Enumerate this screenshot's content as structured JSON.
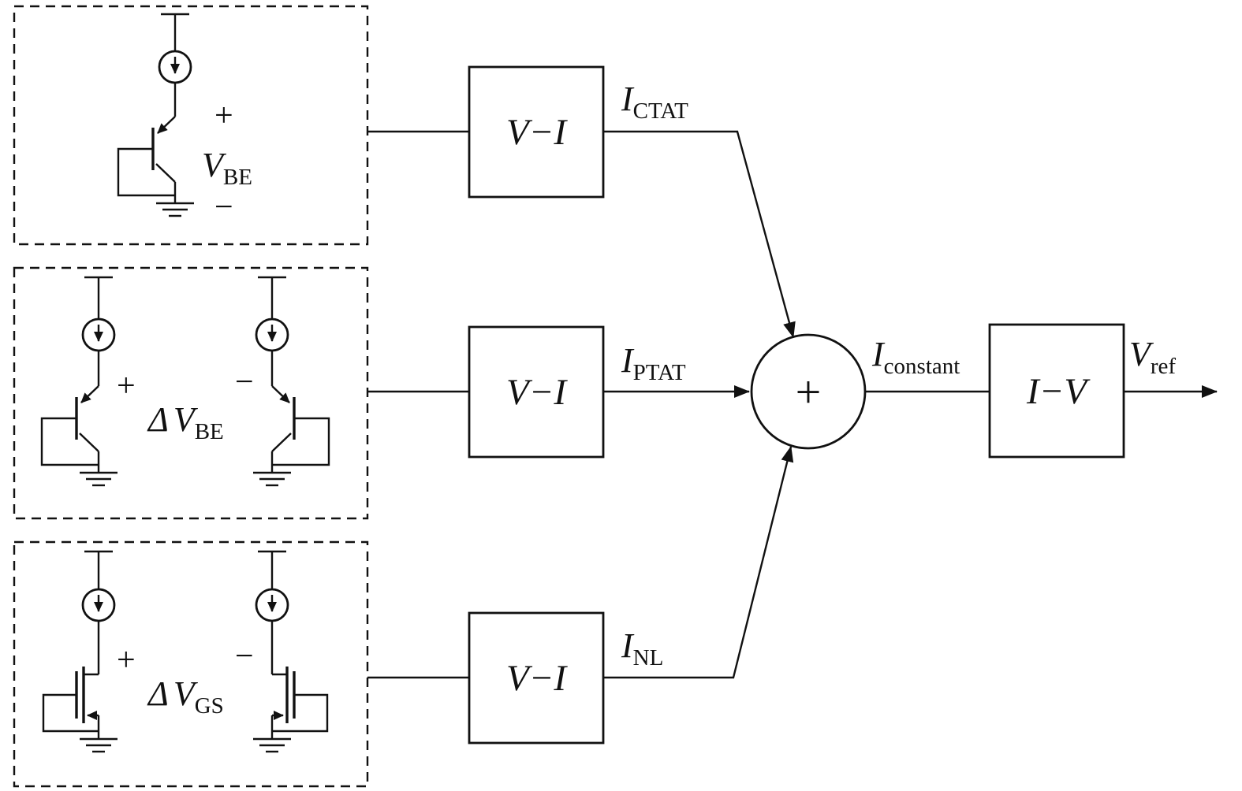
{
  "figure": {
    "cells": {
      "vbe": {
        "plus": "+",
        "label_main": "V",
        "label_sub": "BE",
        "minus": "−"
      },
      "dvbe": {
        "plus": "+",
        "delta": "Δ",
        "label_main": "V",
        "label_sub": "BE",
        "minus": "−"
      },
      "dvgs": {
        "plus": "+",
        "delta": "Δ",
        "label_main": "V",
        "label_sub": "GS",
        "minus": "−"
      }
    },
    "blocks": {
      "vi": "V−I",
      "iv": "I−V"
    },
    "summer": {
      "plus": "+"
    },
    "signals": {
      "ictat": {
        "main": "I",
        "sub": "CTAT"
      },
      "iptat": {
        "main": "I",
        "sub": "PTAT"
      },
      "inl": {
        "main": "I",
        "sub": "NL"
      },
      "iconstant": {
        "main": "I",
        "sub": "constant"
      },
      "vref": {
        "main": "V",
        "sub": "ref"
      }
    }
  }
}
